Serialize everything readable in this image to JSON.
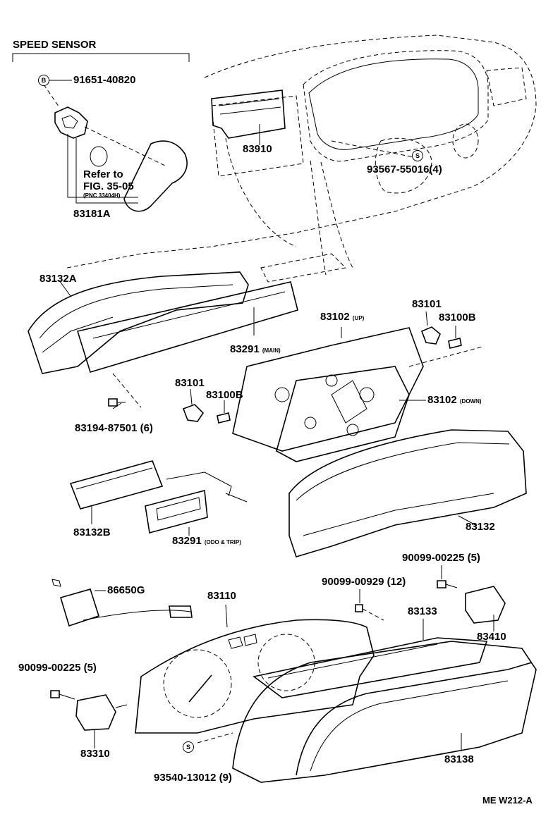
{
  "section_title": "SPEED SENSOR",
  "labels": {
    "p91651": "91651-40820",
    "refer_line1": "Refer to",
    "refer_line2": "FIG. 35-05",
    "refer_line3": "(PNC 33404H)",
    "p83181A": "83181A",
    "p83910": "83910",
    "p93567": "93567-55016(4)",
    "p83132A": "83132A",
    "p83291main": "83291",
    "p83291main_note": "(MAIN)",
    "p83102up": "83102",
    "p83102up_note": "(UP)",
    "p83101_right": "83101",
    "p83100B_right": "83100B",
    "p83101_mid": "83101",
    "p83100B_mid": "83100B",
    "p83102down": "83102",
    "p83102down_note": "(DOWN)",
    "p83194": "83194-87501 (6)",
    "p83132B": "83132B",
    "p83291odo": "83291",
    "p83291odo_note": "(ODO & TRIP)",
    "p83132": "83132",
    "p90099_right": "90099-00225 (5)",
    "p86650G": "86650G",
    "p83110": "83110",
    "p90099_929": "90099-00929 (12)",
    "p83133": "83133",
    "p83410": "83410",
    "p90099_left": "90099-00225 (5)",
    "p83310": "83310",
    "p93540": "93540-13012 (9)",
    "p83138": "83138",
    "footer_code": "ME W212-A"
  },
  "marks": {
    "b": "B",
    "s": "S"
  }
}
